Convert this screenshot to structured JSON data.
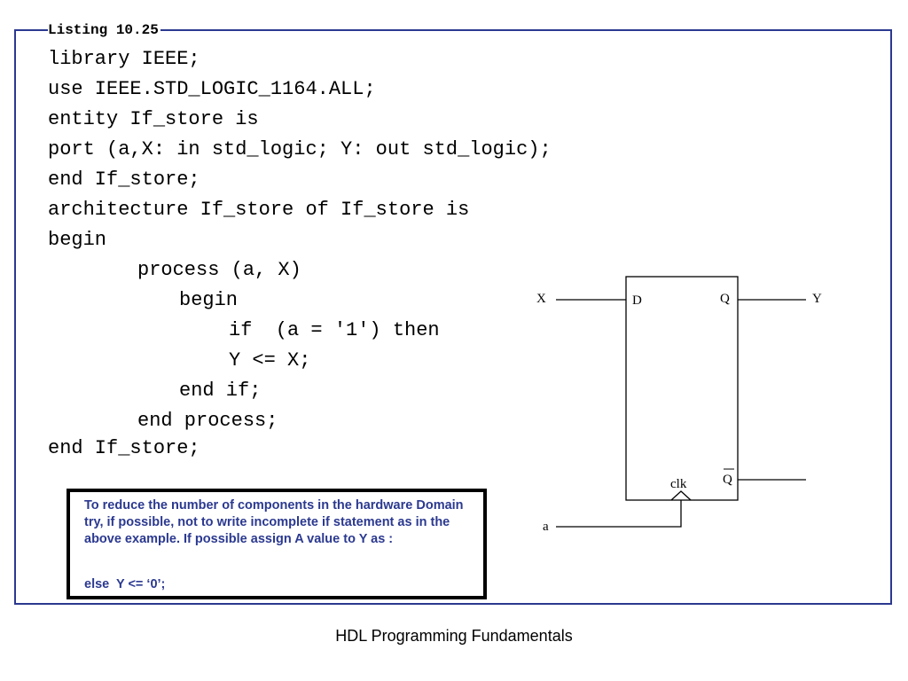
{
  "listing_title": "Listing 10.25",
  "code_lines": [
    "library IEEE;",
    "use IEEE.STD_LOGIC_1164.ALL;",
    "entity If_store is",
    "port (a,X: in std_logic; Y: out std_logic);",
    "end If_store;",
    "architecture If_store of If_store is",
    "begin",
    "process (a, X)",
    "begin",
    "if  (a = '1') then",
    "Y <= X;",
    "end if;",
    "end process;",
    "end If_store;"
  ],
  "diagram": {
    "input_x": "X",
    "input_a": "a",
    "output_y": "Y",
    "pin_d": "D",
    "pin_q": "Q",
    "pin_qbar": "Q",
    "pin_clk": "clk"
  },
  "note": {
    "text": "To reduce the number of components in the hardware Domain try, if possible, not to write incomplete if statement as in the above example. If possible assign A value to Y as :",
    "else_line": "else  Y <= ‘0’;"
  },
  "colors": {
    "frame": "#2b3990",
    "note_text": "#2b3990"
  },
  "footer": "HDL Programming Fundamentals"
}
